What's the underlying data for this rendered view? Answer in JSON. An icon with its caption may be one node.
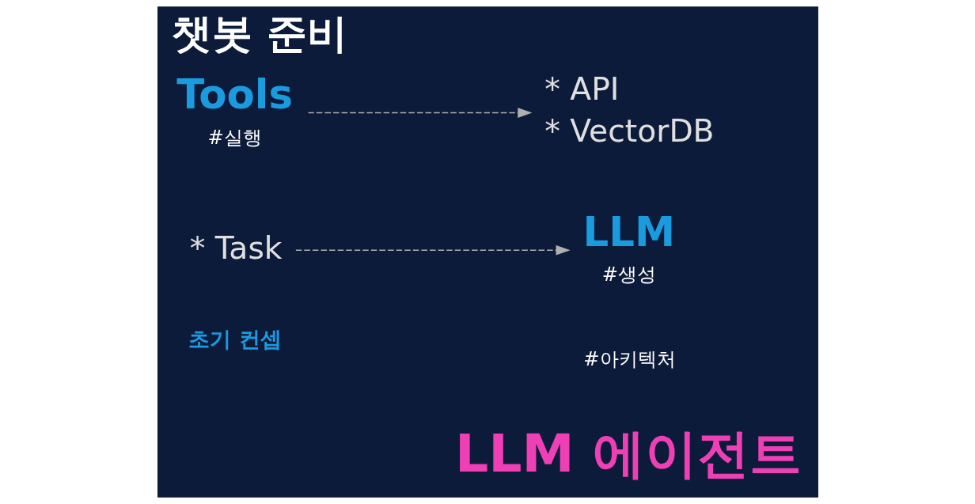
{
  "diagram": {
    "title": "챗봇 준비",
    "nodes": [
      {
        "text": [
          "* Task"
        ]
      },
      {
        "text": [
          "LLM",
          "#생성"
        ]
      },
      {
        "text": [
          "Tools",
          "#실행"
        ]
      },
      {
        "text": [
          "* API",
          "* VectorDB"
        ]
      }
    ],
    "edges": [
      {
        "from": 0,
        "to": 1,
        "arrow": "to",
        "style": "dashed"
      },
      {
        "from": 2,
        "to": 3,
        "arrow": "to",
        "style": "dashed"
      }
    ],
    "labels": [
      "초기 컨셉",
      "LLM 에이전트",
      "#아키텍처"
    ]
  }
}
